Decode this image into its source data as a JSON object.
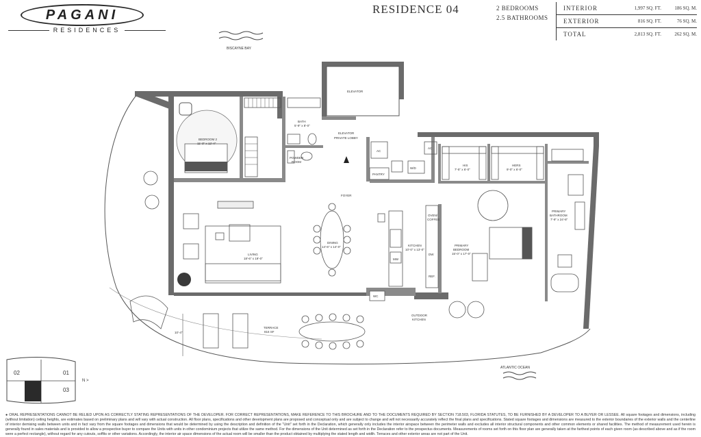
{
  "logo": {
    "main": "PAGANI",
    "sub": "RESIDENCES"
  },
  "title": "RESIDENCE 04",
  "rooms": {
    "bedrooms": "2 BEDROOMS",
    "bathrooms": "2.5 BATHROOMS"
  },
  "areas": [
    {
      "label": "INTERIOR",
      "sqft": "1,997 SQ. FT.",
      "sqm": "186 SQ. M."
    },
    {
      "label": "EXTERIOR",
      "sqft": "816 SQ. FT.",
      "sqm": "76 SQ. M."
    },
    {
      "label": "TOTAL",
      "sqft": "2,813 SQ. FT.",
      "sqm": "262 SQ. M."
    }
  ],
  "labels": {
    "biscayne": "BISCAYNE BAY",
    "atlantic": "ATLANTIC OCEAN",
    "elevator": "ELEVATOR",
    "lobby1": "ELEVATOR",
    "lobby2": "PRIVATE LOBBY",
    "bath": "BATH",
    "bath_dim": "5'-9\" x 8'-0\"",
    "bed2": "BEDROOM 2",
    "bed2_dim": "11'-3\" x 12'-4\"",
    "powder1": "POWDER",
    "powder2": "ROOM",
    "ac1": "AC",
    "ac2": "AC",
    "wd": "W/D",
    "pantry": "PANTRY",
    "his": "HIS",
    "his_dim": "7'-5\" x 6'-0\"",
    "hers": "HERS",
    "hers_dim": "9'-0\" x 6'-0\"",
    "foyer": "FOYER",
    "oven1": "OVEN/",
    "oven2": "COFFEE",
    "living": "LIVING",
    "living_dim": "18'-6\" x 19'-0\"",
    "dining": "DINING",
    "dining_dim": "14'-6\" x 14'-0\"",
    "mw": "MW",
    "kitchen": "KITCHEN",
    "kitchen_dim": "10'-0\" x 13'-0\"",
    "dw": "DW",
    "ref": "REF.",
    "primary_bed1": "PRIMARY",
    "primary_bed2": "BEDROOM",
    "primary_bed_dim": "15'-0\" x 17'-0\"",
    "primary_bath1": "PRIMARY",
    "primary_bath2": "BATHROOM",
    "primary_bath_dim": "7'-9\" x 24'-8\"",
    "wc": "WC",
    "outdoor1": "OUTDOOR",
    "outdoor2": "KITCHEN",
    "terrace": "TERRACE",
    "terrace_dim": "816 SF",
    "terrace_depth": "10'-4\"",
    "key_02": "02",
    "key_01": "01",
    "key_03": "03",
    "north": "N >"
  },
  "disclaimer": "● ORAL REPRESENTATIONS CANNOT BE RELIED UPON AS CORRECTLY STATING REPRESENTATIONS OF THE DEVELOPER. FOR CORRECT REPRESENTATIONS, MAKE REFERENCE TO THIS BROCHURE AND TO THE DOCUMENTS REQUIRED BY SECTION 718.503, FLORIDA STATUTES, TO BE FURNISHED BY A DEVELOPER TO A BUYER OR LESSEE. All square footages and dimensions, including (without limitation) ceiling heights, are estimates based on preliminary plans and will vary with actual construction. All floor plans, specifications and other development plans are proposed and conceptual only and are subject to change and will not necessarily accurately reflect the final plans and specifications. Stated square footages and dimensions are measured to the exterior boundaries of the exterior walls and the centerline of interior demising walls between units and in fact vary from the square footages and dimensions that would be determined by using the description and definition of the \"Unit\" set forth in the Declaration, which generally only includes the interior airspace between the perimeter walls and excludes all interior structural components and other common elements or shared facilities. The method of measurement used herein is generally found in sales materials and is provided to allow a prospective buyer to compare the Units with units in other condominium projects that utilize the same method. For the dimensions of the Unit determined as set forth in the Declaration refer to the prospectus documents. Measurements of rooms set forth on this floor plan are generally taken at the farthest points of each given room (as described above and as if the room were a perfect rectangle), without regard for any cutouts, soffits or other variations. Accordingly, the interior air space dimensions of the actual room will be smaller than the product obtained by multiplying the stated length and width. Terraces and other exterior areas are not part of the Unit.",
  "colors": {
    "wall": "#6b6b6b",
    "line": "#555555",
    "ink": "#333333",
    "dark": "#3a3a3a"
  }
}
